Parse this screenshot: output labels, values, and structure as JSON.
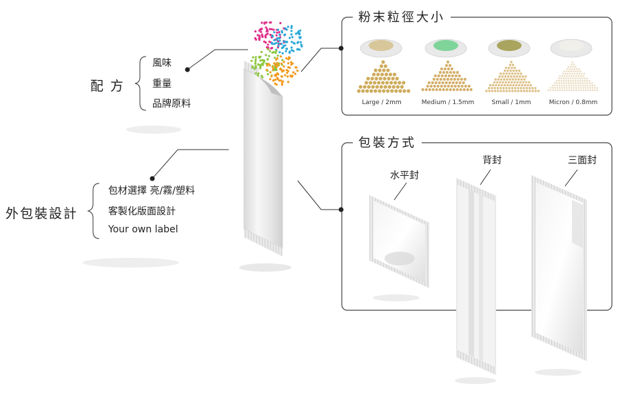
{
  "formula": {
    "title": "配 方",
    "items": [
      "風味",
      "重量",
      "品牌原料"
    ]
  },
  "packaging_design": {
    "title": "外包裝設計",
    "items": [
      "包材選擇 亮/霧/塑料",
      "客製化版面設計",
      "Your own label"
    ]
  },
  "particle_size": {
    "title": "粉末粒徑大小",
    "sizes": [
      {
        "label": "Large / 2mm",
        "color": "#c9a24a"
      },
      {
        "label": "Medium / 1.5mm",
        "color": "#cfa65a"
      },
      {
        "label": "Small / 1mm",
        "color": "#d8b97a"
      },
      {
        "label": "Micron / 0.8mm",
        "color": "#e8d8bc"
      }
    ],
    "dish_colors": [
      "#d8c79a",
      "#7fd49a",
      "#a9a45e",
      "#f1efe9"
    ]
  },
  "pack_method": {
    "title": "包裝方式",
    "types": [
      "水平封",
      "背封",
      "三面封"
    ]
  },
  "colors": {
    "line": "#333333",
    "box": "#444444",
    "dots": [
      "#e0308a",
      "#2aa9d8",
      "#8dc63f",
      "#f39a1e"
    ]
  }
}
